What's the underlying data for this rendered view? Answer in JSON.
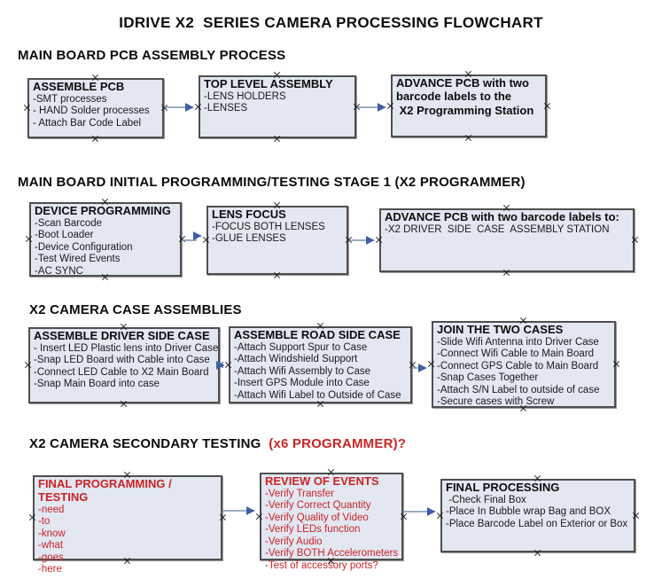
{
  "page": {
    "title": "IDRIVE X2  SERIES CAMERA PROCESSING FLOWCHART"
  },
  "colors": {
    "box_fill": "#e2e7f2",
    "box_border": "#4f4f4f",
    "arrow_line": "#7b90b3",
    "arrow_head": "#3d5da8",
    "red_text": "#cb2424",
    "black_text": "#0c0c0c"
  },
  "sections": [
    {
      "heading": "MAIN BOARD PCB ASSEMBLY PROCESS",
      "heading_red_suffix": "",
      "boxes": [
        {
          "title": "ASSEMBLE PCB",
          "lines": [
            "-SMT processes",
            "- HAND Solder processes",
            "- Attach Bar Code Label"
          ]
        },
        {
          "title": "TOP LEVEL ASSEMBLY",
          "lines": [
            "-LENS HOLDERS",
            "-LENSES"
          ]
        },
        {
          "title": "ADVANCE PCB with two barcode labels to the",
          "lines": [
            " X2 Programming Station"
          ]
        }
      ]
    },
    {
      "heading": "MAIN BOARD INITIAL PROGRAMMING/TESTING STAGE 1 (X2 PROGRAMMER)",
      "heading_red_suffix": "",
      "boxes": [
        {
          "title": "DEVICE PROGRAMMING",
          "lines": [
            "-Scan Barcode",
            "-Boot Loader",
            "-Device Configuration",
            "-Test Wired Events",
            "-AC SYNC"
          ]
        },
        {
          "title": "LENS FOCUS",
          "lines": [
            "-FOCUS BOTH LENSES",
            "-GLUE LENSES"
          ]
        },
        {
          "title": "ADVANCE PCB with two barcode labels to:",
          "lines": [
            "-X2 DRIVER  SIDE  CASE  ASSEMBLY STATION"
          ]
        }
      ]
    },
    {
      "heading": "X2 CAMERA CASE ASSEMBLIES",
      "heading_red_suffix": "",
      "boxes": [
        {
          "title": "ASSEMBLE DRIVER SIDE CASE",
          "lines": [
            "- Insert LED Plastic lens into Driver Case",
            "-Snap LED Board with Cable into Case",
            "-Connect LED Cable to X2 Main Board",
            "-Snap Main Board into case"
          ]
        },
        {
          "title": "ASSEMBLE ROAD SIDE CASE",
          "lines": [
            "-Attach Support Spur to Case",
            "-Attach Windshield Support",
            "-Attach Wifi Assembly to Case",
            "-Insert GPS Module into Case",
            "-Attach Wifi Label to Outside of Case"
          ]
        },
        {
          "title": "JOIN THE TWO CASES",
          "lines": [
            "-Slide Wifi Antenna into Driver Case",
            "-Connect Wifi Cable to Main Board",
            "-Connect GPS Cable to Main Board",
            "-Snap Cases Together",
            "-Attach S/N Label to outside of case",
            "-Secure cases with Screw"
          ]
        }
      ]
    },
    {
      "heading": "X2 CAMERA SECONDARY TESTING ",
      "heading_red_suffix": " (x6 PROGRAMMER)?",
      "boxes": [
        {
          "title": "FINAL PROGRAMMING / TESTING",
          "lines": [
            "-need",
            "-to",
            "-know",
            "-what",
            "-goes",
            "-here"
          ]
        },
        {
          "title": "REVIEW OF EVENTS",
          "lines": [
            "-Verify Transfer",
            "-Verify Correct Quantity",
            "-Verify Quality of Video",
            "-Verify LEDs function",
            "-Verify Audio",
            "-Verify BOTH Accelerometers",
            "-Test of accessory ports?"
          ]
        },
        {
          "title": "FINAL PROCESSING",
          "lines": [
            " -Check Final Box",
            "-Place In Bubble wrap Bag and BOX",
            "-Place Barcode Label on Exterior or Box"
          ]
        }
      ]
    }
  ]
}
